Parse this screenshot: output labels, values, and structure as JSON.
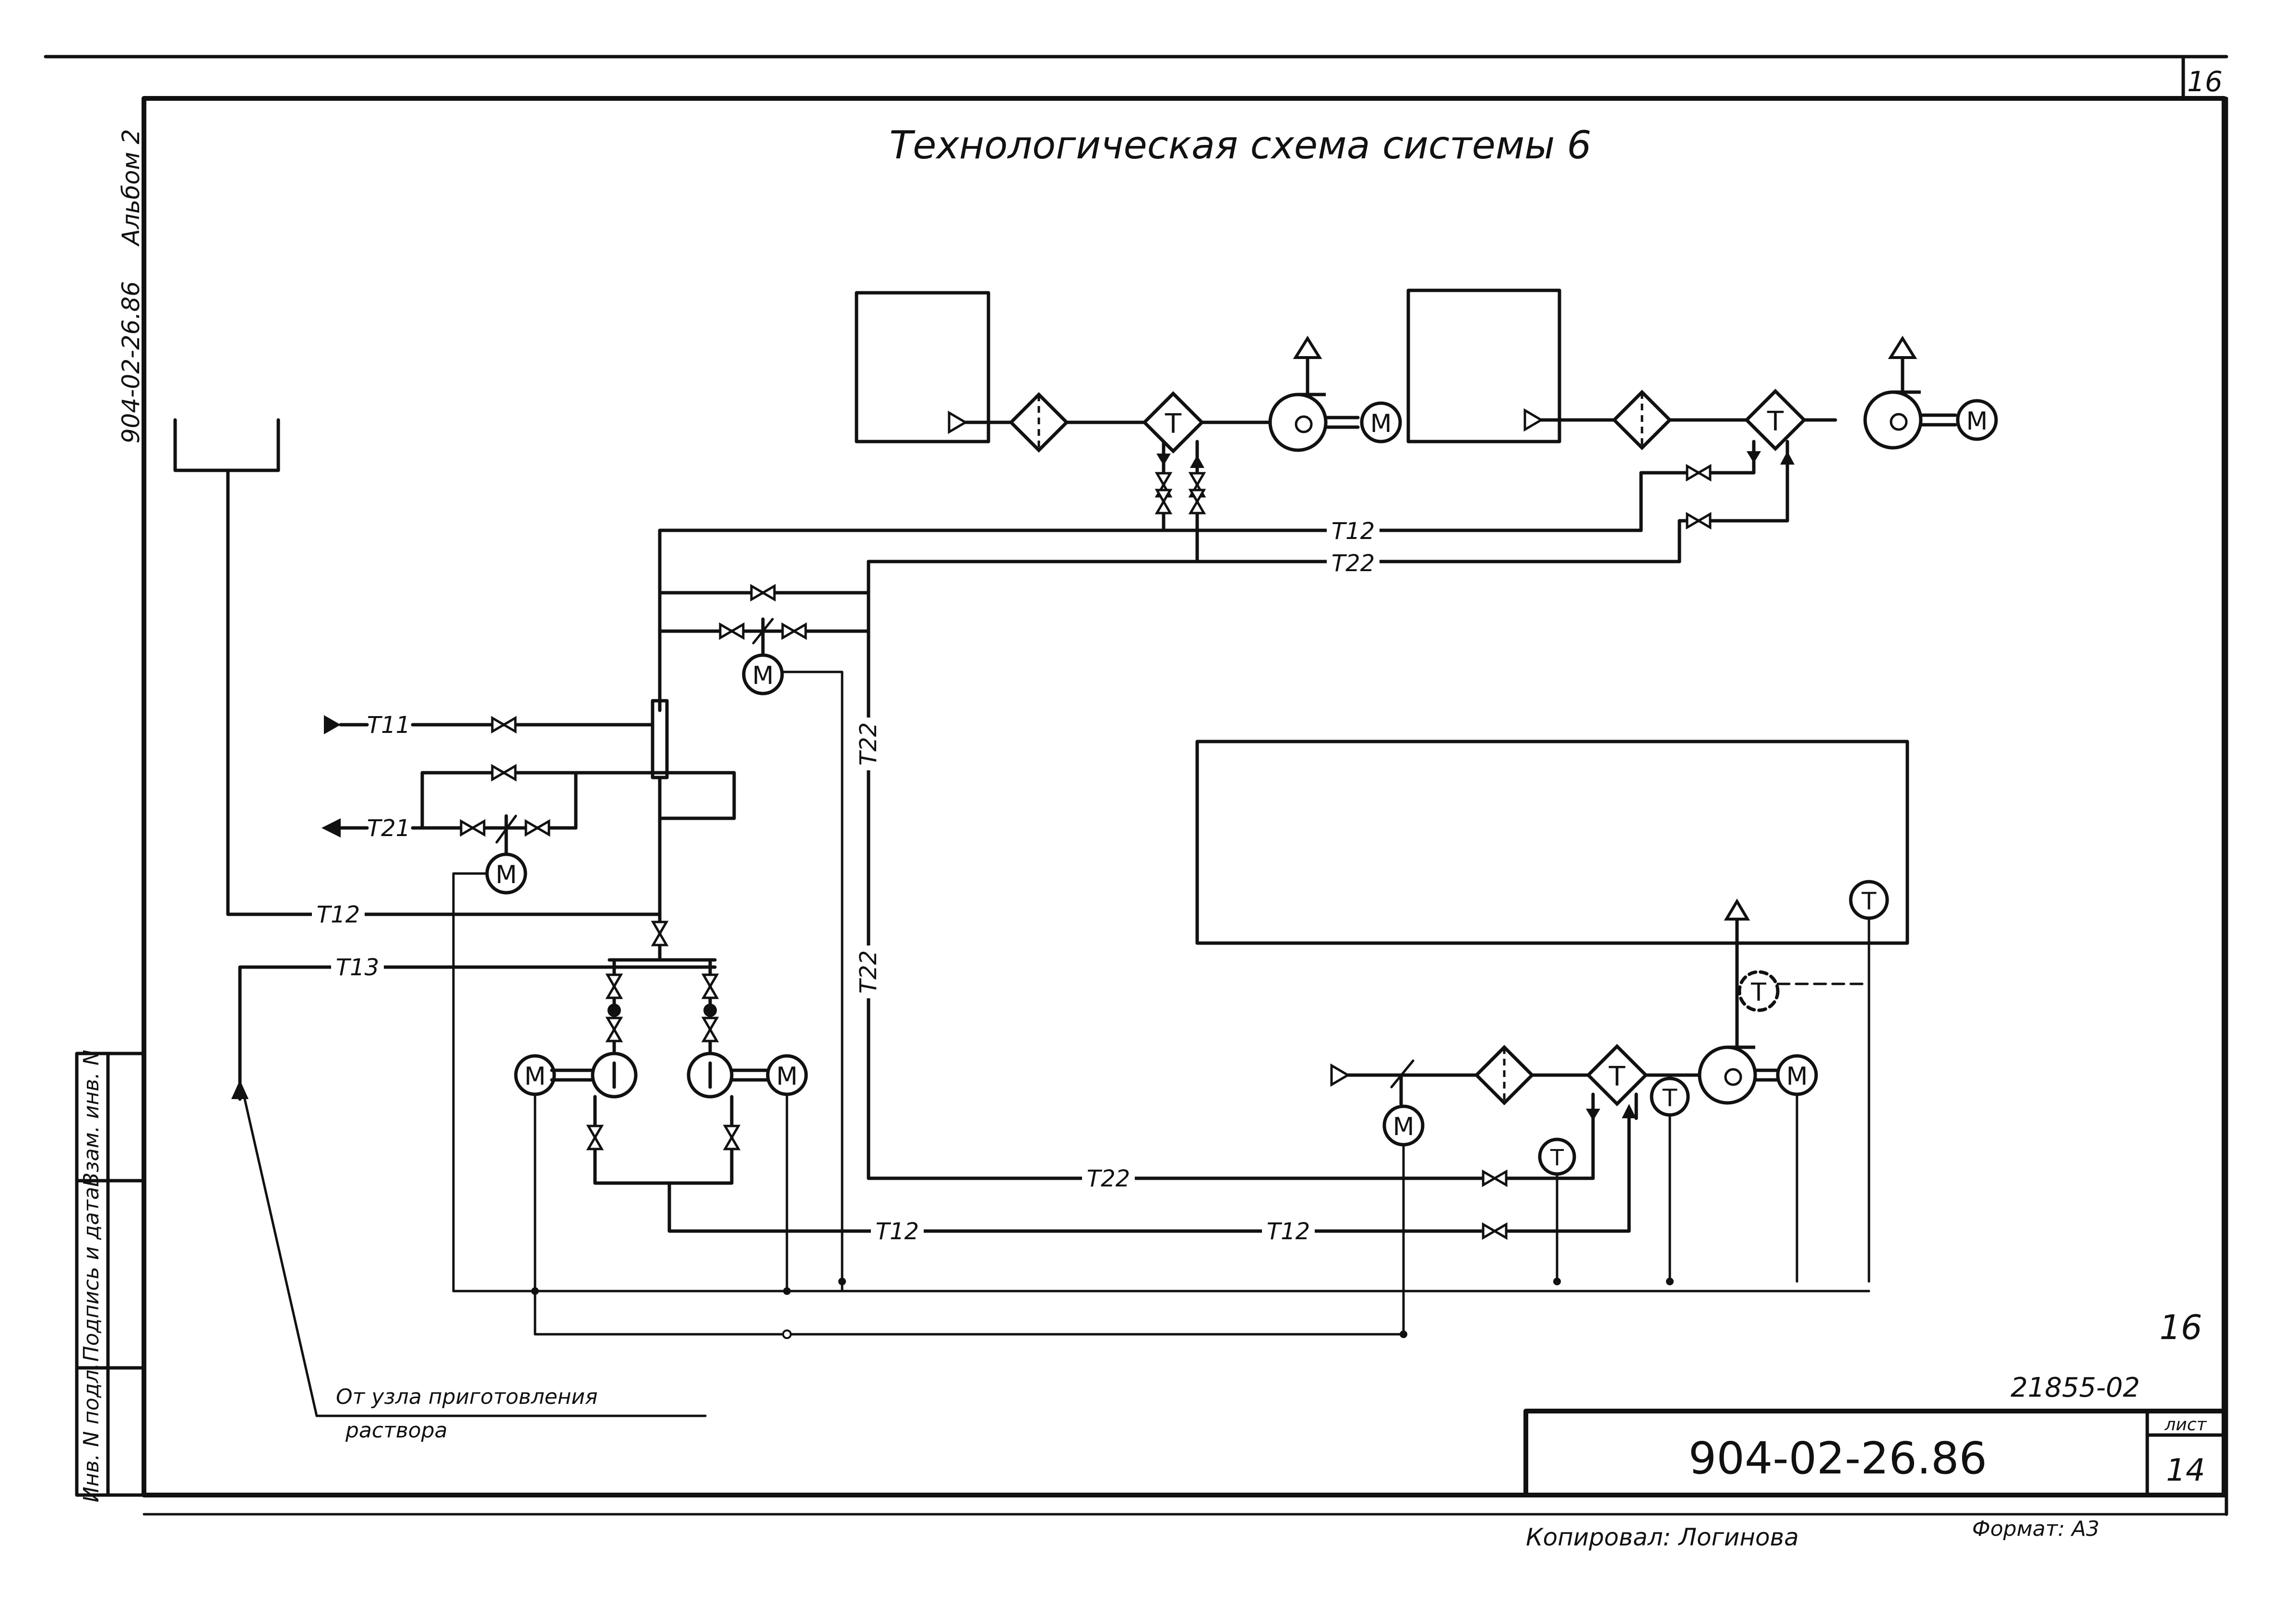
{
  "sheet_number_top": "16",
  "title": "Технологическая схема системы 6",
  "side_text": {
    "album": "Альбом 2",
    "code": "904-02-26.86"
  },
  "side_stamp": [
    "Инв. N подл.",
    "Подпись и дата",
    "Взам. инв. N"
  ],
  "pipe_labels": {
    "t11": "T11",
    "t21": "T21",
    "t12": "T12",
    "t13": "T13",
    "t22": "T22"
  },
  "device_letters": {
    "motor": "M",
    "temperature": "T"
  },
  "annotation": {
    "source_line1": "От узла приготовления",
    "source_line2": "раствора"
  },
  "title_block": {
    "doc_number": "904-02-26.86",
    "sheet_label": "лист",
    "sheet_value": "14"
  },
  "page_number_right": "16",
  "archive_number": "21855-02",
  "footer": {
    "copied_by": "Копировал: Логинова",
    "format": "Формат: А3"
  }
}
